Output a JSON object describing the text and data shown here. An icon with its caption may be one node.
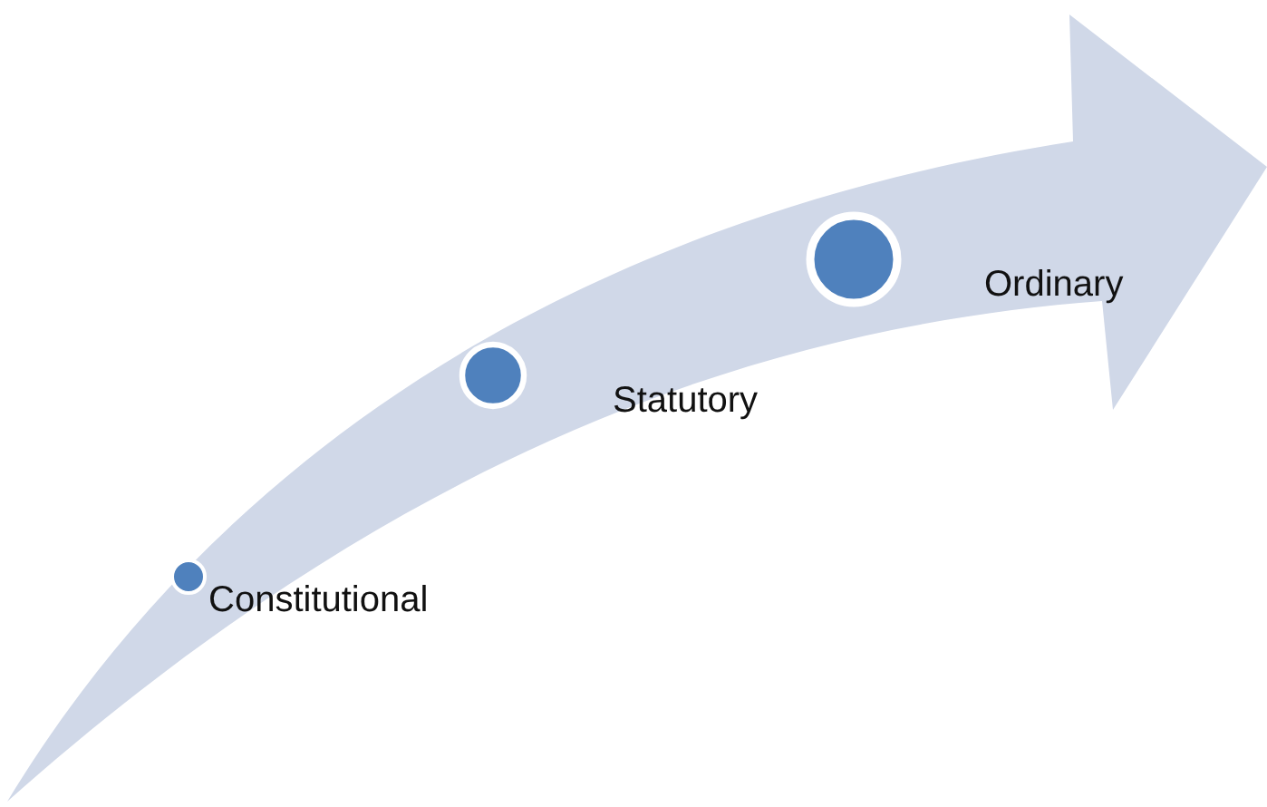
{
  "diagram": {
    "nodes": [
      {
        "text": [],
        "shape": "circle",
        "beside": [
          "Constitutional"
        ]
      },
      {
        "text": [],
        "shape": "circle",
        "beside": [
          "Statutory"
        ]
      },
      {
        "text": [],
        "shape": "circle",
        "beside": [
          "Ordinary"
        ]
      }
    ],
    "edges": []
  }
}
